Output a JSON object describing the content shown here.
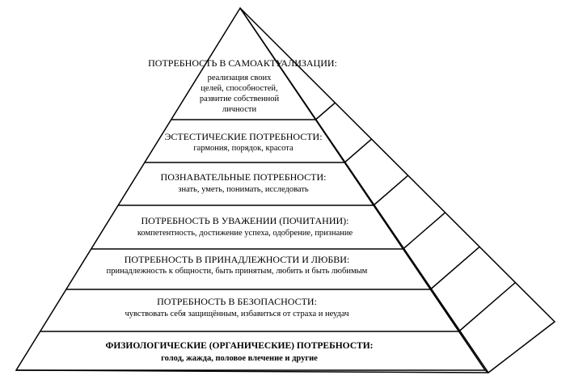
{
  "levels": [
    {
      "title": "ПОТРЕБНОСТЬ В САМОАКТУАЛИЗАЦИИ:",
      "lines": [
        "реализация своих",
        "целей, способностей,",
        "развитие собственной",
        "личности"
      ]
    },
    {
      "title": "ЭСТЕСТИЧЕСКИЕ ПОТРЕБНОСТИ:",
      "lines": [
        "гармония, порядок, красота"
      ]
    },
    {
      "title": "ПОЗНАВАТЕЛЬНЫЕ ПОТРЕБНОСТИ:",
      "lines": [
        "знать, уметь, понимать, исследовать"
      ]
    },
    {
      "title": "ПОТРЕБНОСТЬ В УВАЖЕНИИ (ПОЧИТАНИИ):",
      "lines": [
        "компетентность, достижение успеха, одобрение, признание"
      ]
    },
    {
      "title": "ПОТРЕБНОСТЬ В ПРИНАДЛЕЖНОСТИ И ЛЮБВИ:",
      "lines": [
        "принадлежность к общности, быть принятым, любить и быть любимым"
      ]
    },
    {
      "title": "ПОТРЕБНОСТЬ В БЕЗОПАСНОСТИ:",
      "lines": [
        "чувствовать себя защищённым, избавиться от страха и неудач"
      ]
    },
    {
      "title": "ФИЗИОЛОГИЧЕСКИЕ (ОРГАНИЧЕСКИЕ) ПОТРЕБНОСТИ:",
      "lines": [
        "голод, жажда, половое влечение и другие"
      ],
      "bold": true
    }
  ]
}
